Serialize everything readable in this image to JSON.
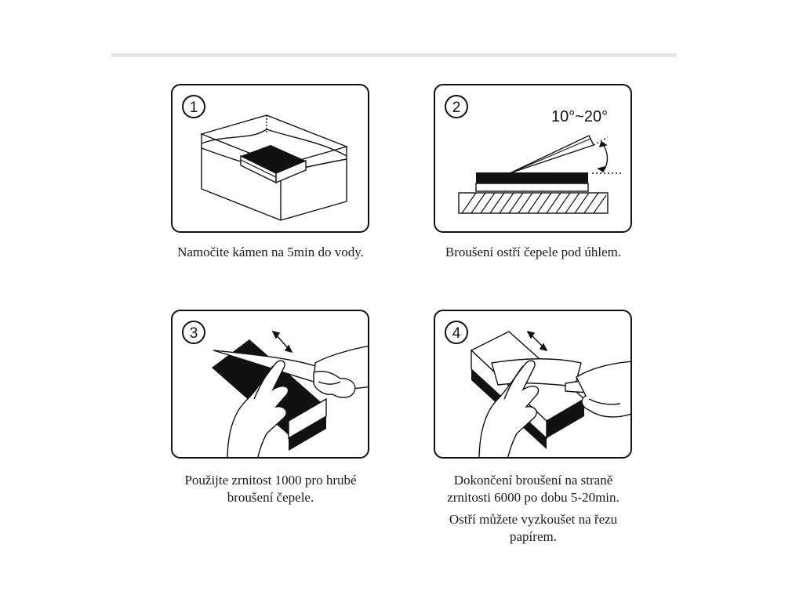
{
  "steps": [
    {
      "number": "1",
      "caption_lines": [
        "Namočite kámen na 5min do vody."
      ]
    },
    {
      "number": "2",
      "angle_label": "10°~20°",
      "caption_lines": [
        "Broušení ostří čepele pod úhlem."
      ]
    },
    {
      "number": "3",
      "caption_lines": [
        "Použijte zrnitost 1000 pro hrubé",
        "broušení čepele."
      ]
    },
    {
      "number": "4",
      "caption_lines": [
        "Dokončení broušení na straně",
        "zrnitosti 6000 po dobu 5-20min."
      ],
      "note_lines": [
        "Ostří můžete vyzkoušet na řezu",
        "papírem."
      ]
    }
  ]
}
